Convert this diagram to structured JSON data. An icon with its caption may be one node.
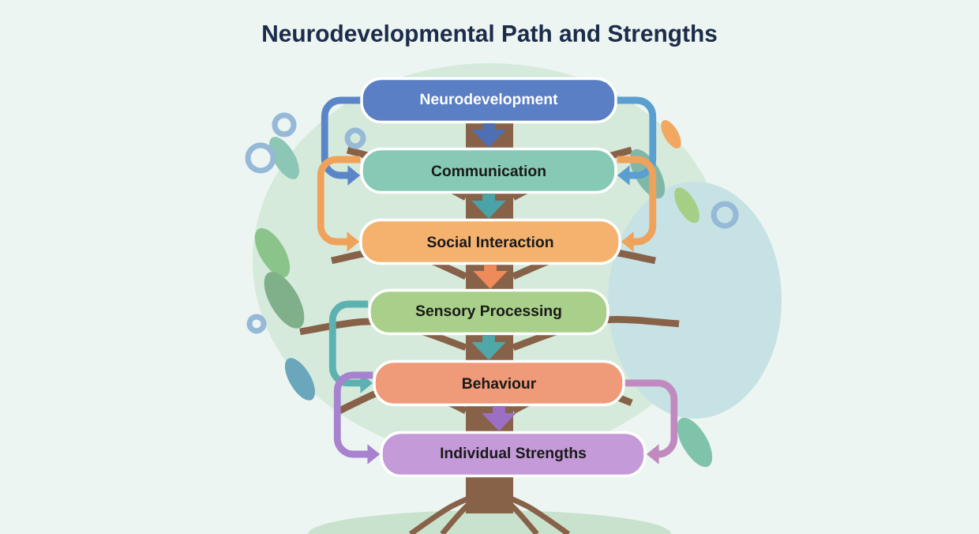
{
  "diagram": {
    "title": "Neurodevelopmental Path and Strengths",
    "nodes": [
      {
        "text": [
          "Neurodevelopment"
        ]
      },
      {
        "text": [
          "Communication"
        ]
      },
      {
        "text": [
          "Social Interaction"
        ]
      },
      {
        "text": [
          "Sensory Processing"
        ]
      },
      {
        "text": [
          "Behaviour"
        ]
      },
      {
        "text": [
          "Individual Strengths"
        ]
      }
    ],
    "edges": [
      {
        "from": 0,
        "to": 1,
        "arrow": "to",
        "color": "#4f6fb5"
      },
      {
        "from": 0,
        "to": 1,
        "arrow": "to",
        "color": "#5a86c8"
      },
      {
        "from": 0,
        "to": 1,
        "arrow": "to",
        "color": "#5a9fd0"
      },
      {
        "from": 1,
        "to": 2,
        "arrow": "to",
        "color": "#4aa3a6"
      },
      {
        "from": 1,
        "to": 2,
        "arrow": "to",
        "color": "#f0a25a"
      },
      {
        "from": 1,
        "to": 2,
        "arrow": "to",
        "color": "#f0a25a"
      },
      {
        "from": 2,
        "to": 3,
        "arrow": "to",
        "color": "#ef8a5a"
      },
      {
        "from": 3,
        "to": 4,
        "arrow": "to",
        "color": "#4fa7a8"
      },
      {
        "from": 3,
        "to": 4,
        "arrow": "to",
        "color": "#5cb2b0"
      },
      {
        "from": 4,
        "to": 5,
        "arrow": "to",
        "color": "#9b70c4"
      },
      {
        "from": 4,
        "to": 5,
        "arrow": "to",
        "color": "#a782cf"
      },
      {
        "from": 4,
        "to": 5,
        "arrow": "to",
        "color": "#c08ac0"
      }
    ]
  }
}
